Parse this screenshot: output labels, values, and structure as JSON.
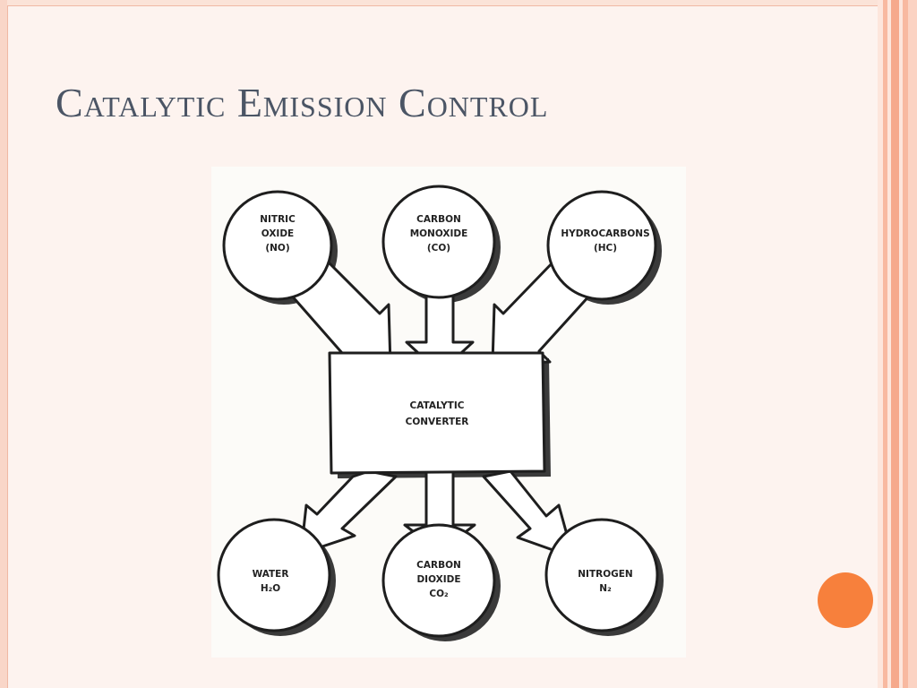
{
  "slide": {
    "title": "Catalytic Emission Control"
  },
  "diagram": {
    "center": {
      "line1": "CATALYTIC",
      "line2": "CONVERTER"
    },
    "inputs": [
      {
        "name": "nitric-oxide",
        "lines": [
          "NITRIC",
          "OXIDE",
          "(NO)"
        ]
      },
      {
        "name": "carbon-monoxide",
        "lines": [
          "CARBON",
          "MONOXIDE",
          "(CO)"
        ]
      },
      {
        "name": "hydrocarbons",
        "lines": [
          "HYDROCARBONS",
          "(HC)"
        ]
      }
    ],
    "outputs": [
      {
        "name": "water",
        "lines": [
          "WATER",
          "H₂O"
        ]
      },
      {
        "name": "carbon-dioxide",
        "lines": [
          "CARBON",
          "DIOXIDE",
          "CO₂"
        ]
      },
      {
        "name": "nitrogen",
        "lines": [
          "NITROGEN",
          "N₂"
        ]
      }
    ]
  },
  "colors": {
    "accent_dot": "#f7803c",
    "title": "#4b5565",
    "frame": "#f9d6c8"
  }
}
